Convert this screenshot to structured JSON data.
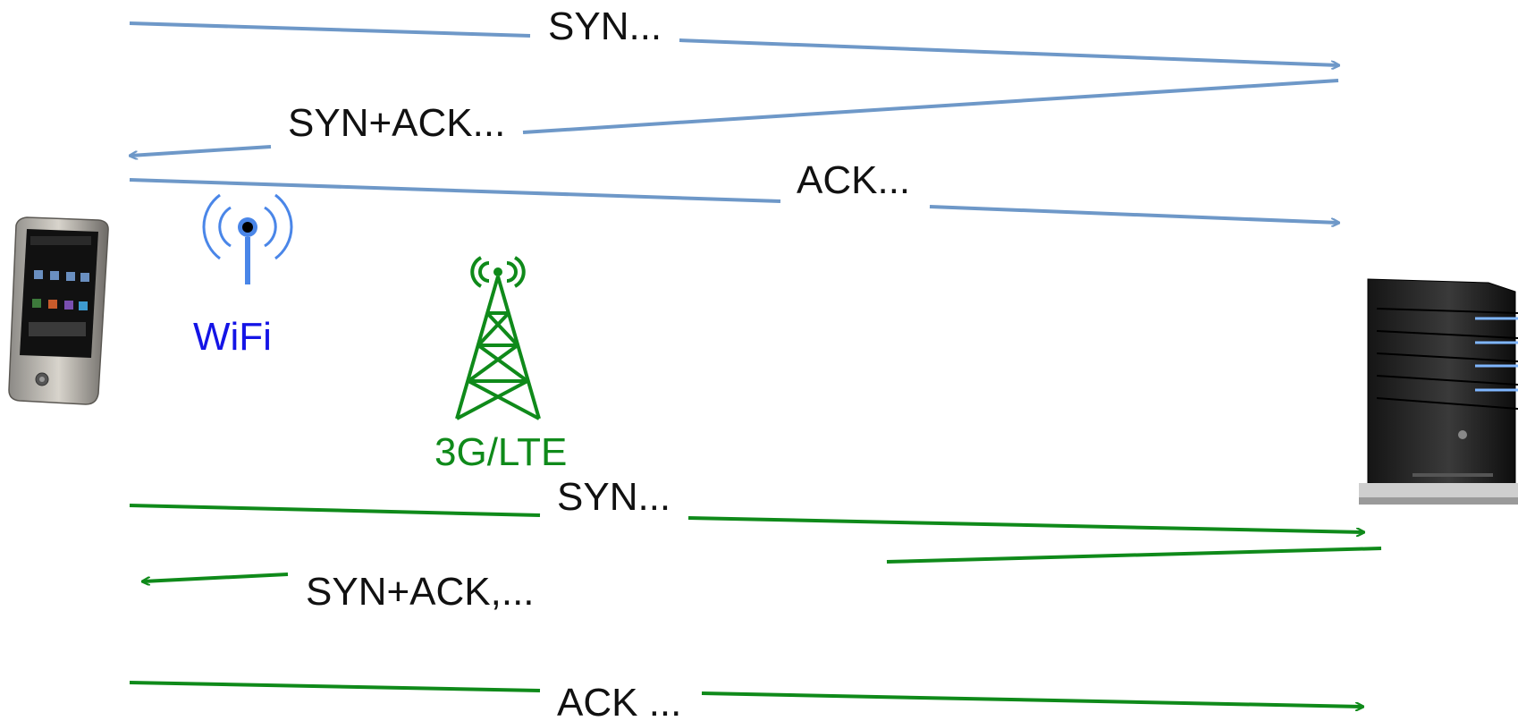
{
  "colors": {
    "wifi_path": "#6e98c8",
    "wifi_label": "#1414e6",
    "cell_path": "#0f8a1a",
    "text": "#111111",
    "background": "#ffffff"
  },
  "icons": {
    "phone": "smartphone-icon",
    "wifi": "wifi-signal-icon",
    "tower": "cell-tower-icon",
    "server": "server-tower-icon"
  },
  "networks": {
    "wifi_label": "WiFi",
    "cell_label": "3G/LTE"
  },
  "wifi_handshake": {
    "syn": "SYN...",
    "syn_ack": "SYN+ACK...",
    "ack": "ACK..."
  },
  "cell_handshake": {
    "syn": "SYN...",
    "syn_ack": "SYN+ACK,...",
    "ack": "ACK ..."
  }
}
